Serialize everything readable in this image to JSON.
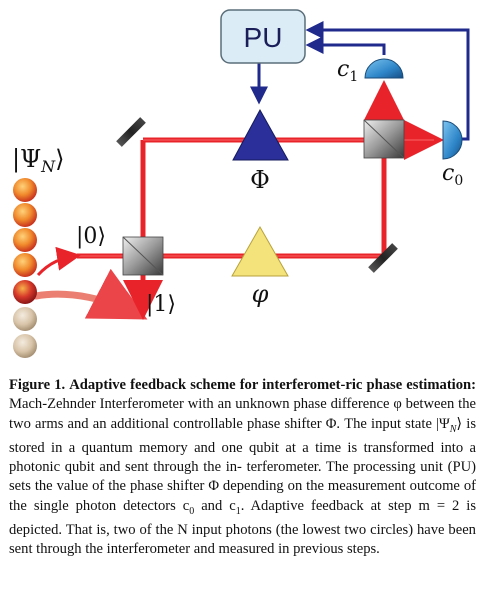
{
  "diagram": {
    "processing_unit_label": "PU",
    "phase_shifter_label": "Φ",
    "unknown_phase_label": "φ",
    "input_state_label": "|Ψ",
    "input_state_subscript": "N",
    "input_state_close": "⟩",
    "ket0_label": "|0⟩",
    "ket1_label": "|1⟩",
    "detector1_label": "c",
    "detector1_subscript": "1",
    "detector0_label": "c",
    "detector0_subscript": "0",
    "colors": {
      "beam": "#e8242a",
      "feedback": "#1f2a8c",
      "pu_fill": "#dcecf6",
      "pu_stroke": "#5a6e7a",
      "phase_shifter_fill": "#2a2f9a",
      "unknown_phase_fill": "#f4e27a",
      "detector_fill": "#2e86c8"
    },
    "qubits_sent_count": 2,
    "qubits_total_shown": 7
  },
  "caption": {
    "label": "Figure 1.",
    "bold_title": "Adaptive feedback scheme for interferomet-ric phase estimation:",
    "lines": [
      "Mach-Zehnder Interferometer with",
      "an unknown phase difference φ between the two arms and an",
      "additional controllable phase shifter Φ. The input state |Ψ",
      "is stored in a quantum memory and one qubit at a time is",
      "transformed into a photonic qubit and sent through the in-",
      "terferometer. The processing unit (PU) sets the value of the",
      "phase shifter Φ depending on the measurement outcome of the",
      "single photon detectors c",
      "and c",
      ". Adaptive feedback at step",
      "m = 2 is depicted. That is, two of the N input photons (the",
      "lowest two circles) have been sent through the interferometer",
      "and measured in previous steps."
    ]
  }
}
